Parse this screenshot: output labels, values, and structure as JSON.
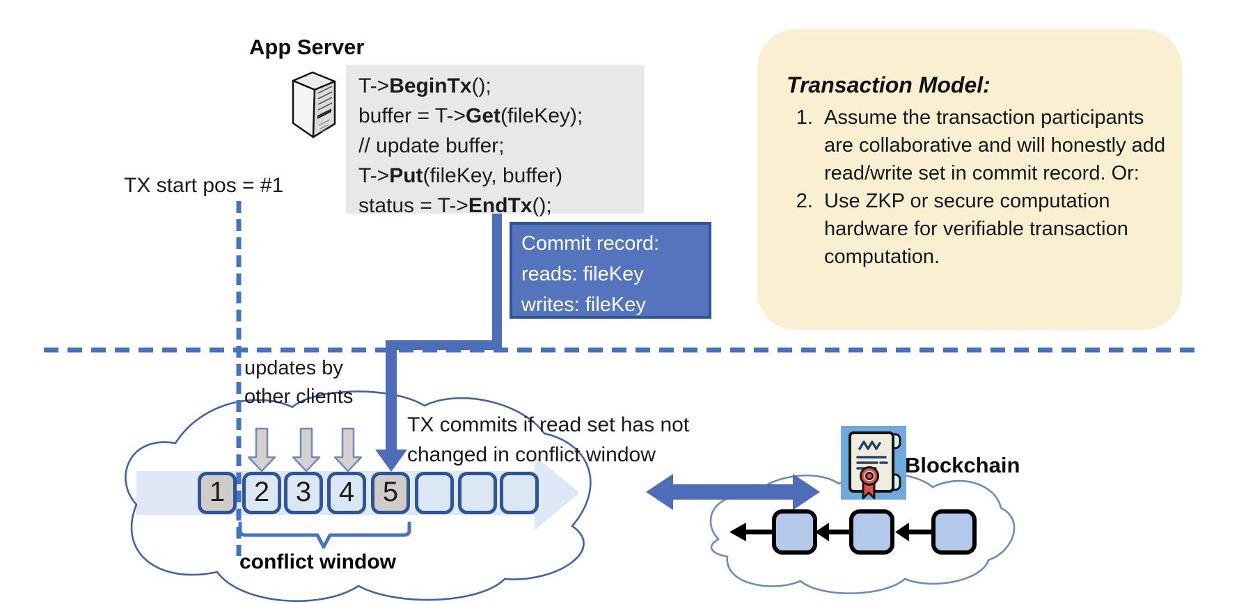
{
  "app_server": {
    "title": "App Server"
  },
  "code_block": {
    "lines": [
      {
        "pre": "T->",
        "bold": "BeginTx",
        "post": "();"
      },
      {
        "pre": "buffer = T->",
        "bold": "Get",
        "post": "(fileKey);"
      },
      {
        "pre": "// update buffer;",
        "bold": "",
        "post": ""
      },
      {
        "pre": "T->",
        "bold": "Put",
        "post": "(fileKey, buffer)"
      },
      {
        "pre": "status = T->",
        "bold": "EndTx",
        "post": "();"
      }
    ]
  },
  "tx_start": {
    "label": "TX start pos = #1"
  },
  "commit_record": {
    "line1": "Commit record:",
    "line2": "reads: fileKey",
    "line3": "writes: fileKey"
  },
  "transaction_model": {
    "title": "Transaction Model:",
    "items": [
      "Assume the transaction participants are collaborative and will honestly add read/write set in commit record.  Or:",
      "Use ZKP or secure computation hardware for verifiable transaction computation."
    ]
  },
  "timeline": {
    "updates_label": {
      "line1": "updates by",
      "line2": "other clients"
    },
    "commit_note": {
      "line1": "TX commits if read set has not",
      "line2": "changed in conflict window"
    },
    "conflict_window_label": "conflict window",
    "boxes": [
      {
        "label": "1",
        "variant": "gray"
      },
      {
        "label": "2",
        "variant": "blue"
      },
      {
        "label": "3",
        "variant": "blue"
      },
      {
        "label": "4",
        "variant": "blue"
      },
      {
        "label": "5",
        "variant": "gray"
      },
      {
        "label": "",
        "variant": "blue"
      },
      {
        "label": "",
        "variant": "blue"
      },
      {
        "label": "",
        "variant": "blue"
      }
    ]
  },
  "blockchain": {
    "label": "Blockchain",
    "block_count": 3
  },
  "icons": {
    "server": "server-tower-icon",
    "contract": "smart-contract-icon"
  },
  "colors": {
    "accent_blue": "#4472C4",
    "arrow_blue": "#4D6DB8",
    "commit_fill": "#5475BD",
    "commit_border": "#2F5597",
    "box_border": "#2F5597",
    "box_light_fill": "#DCE7F5",
    "box_gray_fill": "#CFCCC9",
    "band_fill": "#DEE8F6",
    "note_fill": "#FAEFD0",
    "code_bg": "#E9E8E8",
    "chain_block_fill": "#B3C9EA",
    "cloud_stroke_left": "#3F62A8",
    "cloud_stroke_right": "#6A8CBB",
    "gray_arrow_fill": "#D4D2D0",
    "gray_arrow_stroke": "#7189B8"
  }
}
